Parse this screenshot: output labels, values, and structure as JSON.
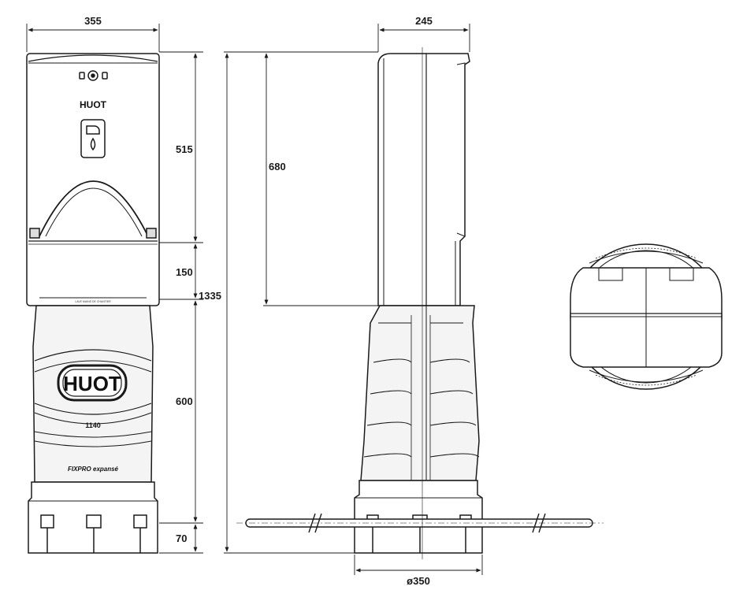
{
  "front_view": {
    "brand_top": "HUOT",
    "brand_base": "HUOT",
    "model_number": "1140",
    "product_line": "FIXPRO expansé",
    "small_caption": "LAVE MAINS DE CHANTIER"
  },
  "dimensions": {
    "width_front": "355",
    "width_side": "245",
    "height_upper": "515",
    "height_middle": "150",
    "height_base": "600",
    "height_foot": "70",
    "height_total": "1335",
    "height_cabinet": "680",
    "base_diameter": "ø350"
  },
  "colors": {
    "line": "#1a1a1a",
    "body_fill": "#ffffff",
    "base_fill": "#f4f4f4"
  }
}
